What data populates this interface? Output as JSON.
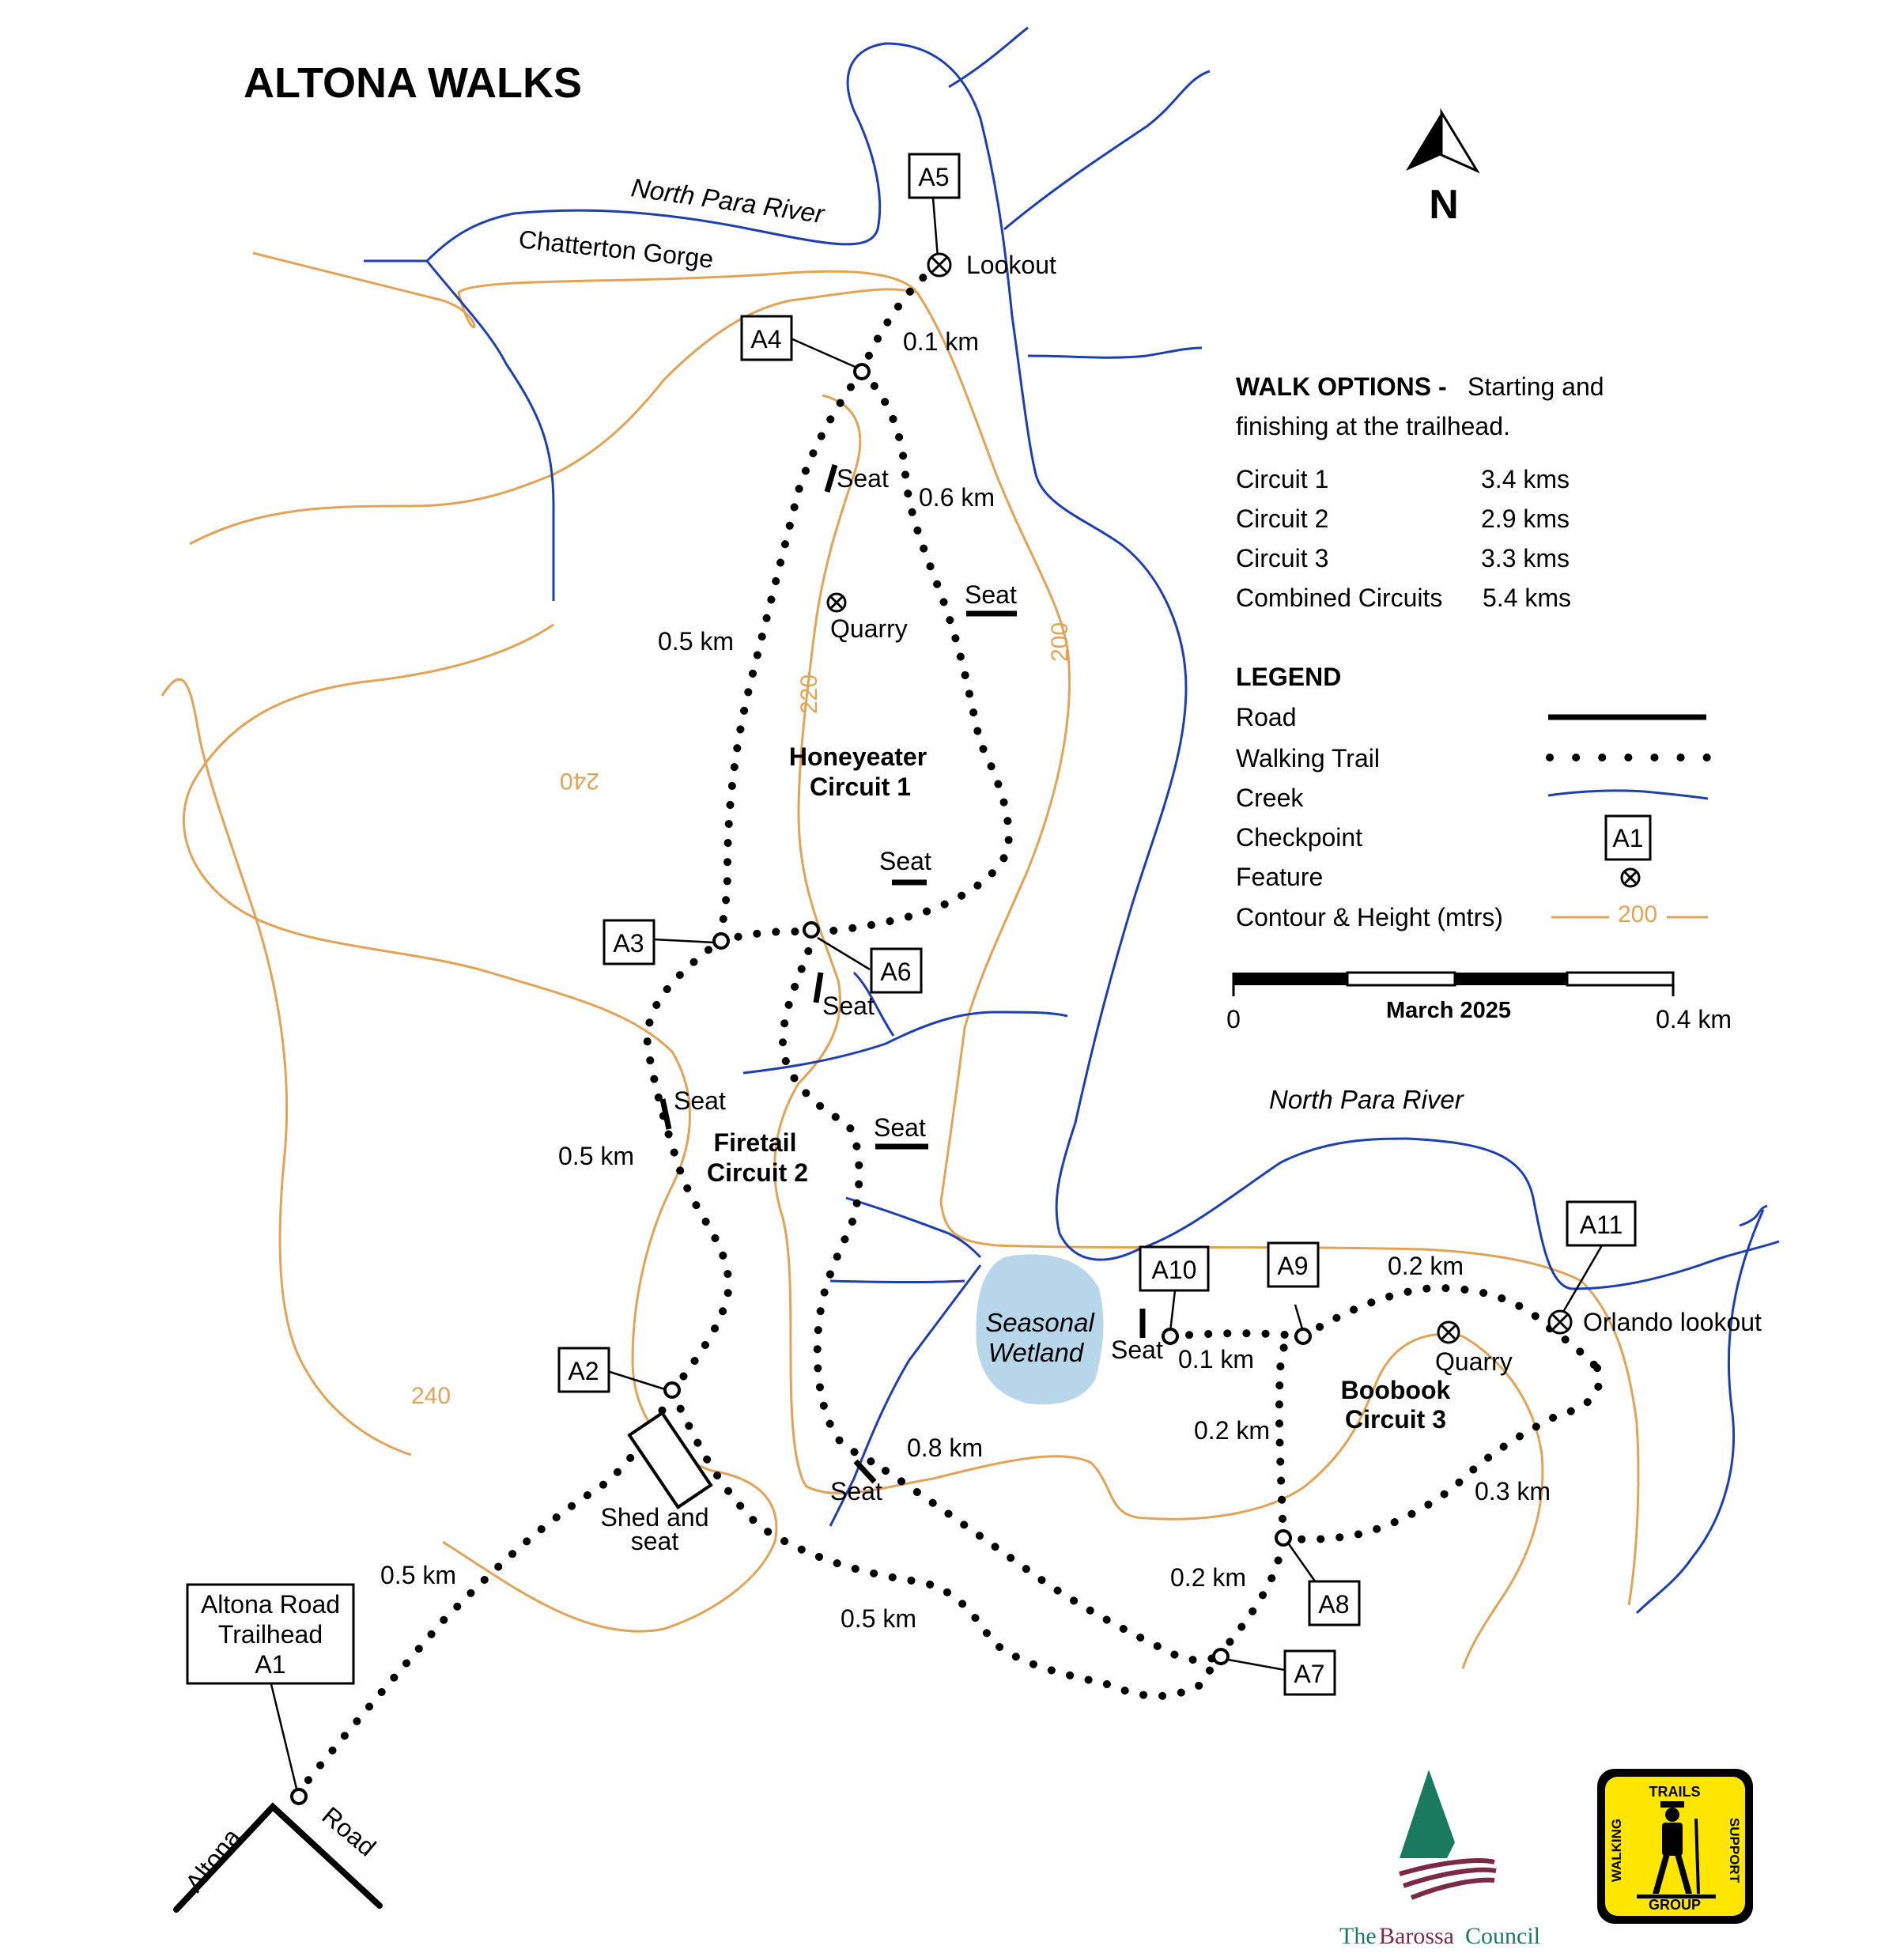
{
  "title": "ALTONA  WALKS",
  "north_label": "N",
  "rivers": {
    "north_para_top": "North Para River",
    "chatterton": "Chatterton Gorge",
    "north_para_mid": "North Para River"
  },
  "walk_options": {
    "heading": "WALK OPTIONS -",
    "subtitle_line1": "Starting and",
    "subtitle_line2": "finishing at the trailhead.",
    "rows": [
      {
        "name": "Circuit 1",
        "distance": "3.4 kms"
      },
      {
        "name": "Circuit 2",
        "distance": "2.9 kms"
      },
      {
        "name": "Circuit 3",
        "distance": "3.3 kms"
      },
      {
        "name": "Combined Circuits",
        "distance": "5.4 kms"
      }
    ]
  },
  "legend": {
    "heading": "LEGEND",
    "road": "Road",
    "trail": "Walking Trail",
    "creek": "Creek",
    "checkpoint": "Checkpoint",
    "checkpoint_sample": "A1",
    "feature": "Feature",
    "contour": "Contour & Height (mtrs)",
    "contour_sample": "200"
  },
  "scale": {
    "start": "0",
    "end": "0.4 km",
    "date": "March 2025"
  },
  "checkpoints": {
    "a1_line1": "Altona Road",
    "a1_line2": "Trailhead",
    "a1_line3": "A1",
    "a2": "A2",
    "a3": "A3",
    "a4": "A4",
    "a5": "A5",
    "a6": "A6",
    "a7": "A7",
    "a8": "A8",
    "a9": "A9",
    "a10": "A10",
    "a11": "A11"
  },
  "circuits": {
    "c1_name": "Honeyeater",
    "c1_sub": "Circuit 1",
    "c2_name": "Firetail",
    "c2_sub": "Circuit 2",
    "c3_name": "Boobook",
    "c3_sub": "Circuit 3"
  },
  "features": {
    "lookout": "Lookout",
    "quarry1": "Quarry",
    "quarry2": "Quarry",
    "orlando": "Orlando lookout",
    "shed_line1": "Shed and",
    "shed_line2": "seat",
    "wetland_line1": "Seasonal",
    "wetland_line2": "Wetland",
    "seat": "Seat"
  },
  "distances": {
    "d_a5_a4": "0.1 km",
    "d_a4_right": "0.6 km",
    "d_a4_left": "0.5 km",
    "d_a3_a2": "0.5 km",
    "d_a1_a2": "0.5 km",
    "d_shed_a7": "0.5 km",
    "d_seat_a7": "0.8 km",
    "d_a10_a9": "0.1 km",
    "d_a9_a8": "0.2 km",
    "d_a8_a7": "0.2 km",
    "d_a9_a11": "0.2 km",
    "d_a11_a8": "0.3 km"
  },
  "contours": {
    "c240a": "240",
    "c220": "220",
    "c200": "200",
    "c240b": "240"
  },
  "roads": {
    "altona": "Altona",
    "road": "Road"
  },
  "logos": {
    "council_pre": "The",
    "council_name": "Barossa",
    "council_post": "Council",
    "wtsg_top": "TRAILS",
    "wtsg_left": "WALKING",
    "wtsg_right": "SUPPORT",
    "wtsg_bottom": "GROUP"
  },
  "colors": {
    "creek": "#1f3fae",
    "contour": "#e0a458",
    "wetland": "#b7d6ea",
    "logo_yellow": "#ffe600",
    "council_green": "#1a7a5e",
    "council_maroon": "#7a2a45"
  }
}
